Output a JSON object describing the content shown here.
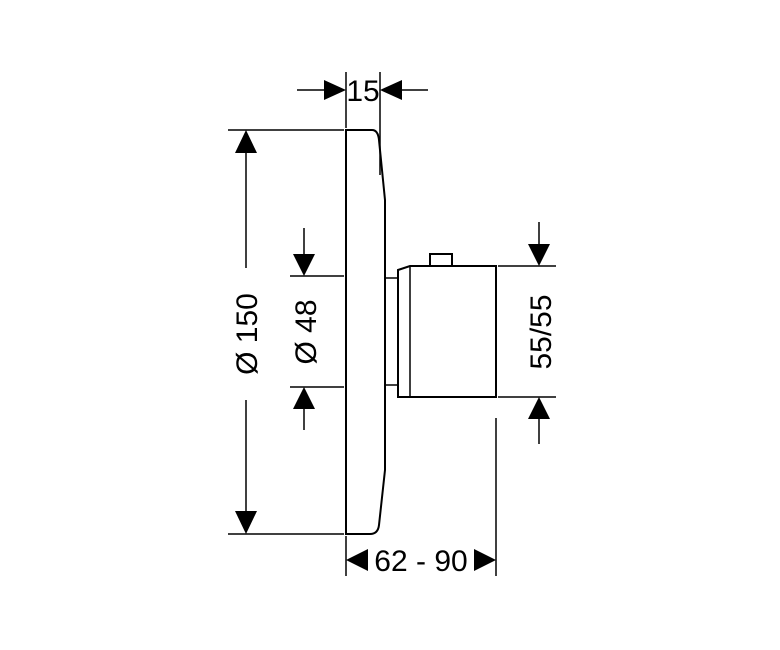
{
  "dimensions": {
    "depth": "15",
    "cover_diameter": "Ø 150",
    "body_diameter": "Ø 48",
    "handle_size": "55/55",
    "projection": "62 - 90"
  }
}
